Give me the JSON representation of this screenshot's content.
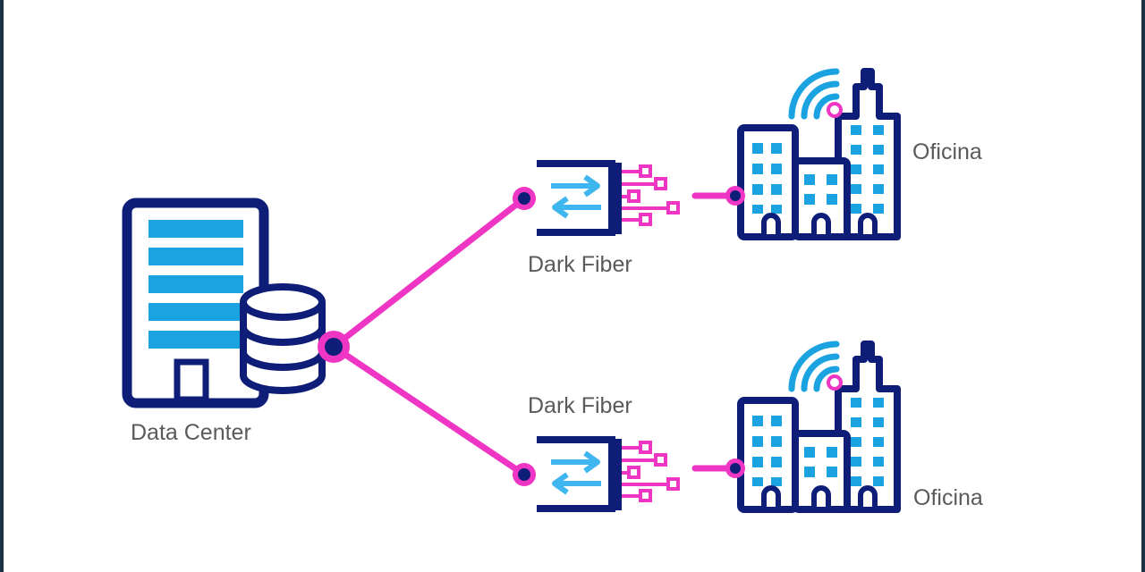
{
  "labels": {
    "data_center": "Data Center",
    "dark_fiber_top": "Dark Fiber",
    "dark_fiber_bottom": "Dark Fiber",
    "office_top": "Oficina",
    "office_bottom": "Oficina"
  },
  "colors": {
    "navy": "#0d1d78",
    "cyan": "#1aa3e0",
    "light_blue": "#3fb6f0",
    "magenta": "#ef35c4",
    "frame": "#1b3244",
    "label_text": "#5a5a5a"
  },
  "icons": {
    "data_center": "building-with-database-icon",
    "dark_fiber": "fiber-switch-icon",
    "office": "city-buildings-wifi-icon"
  }
}
